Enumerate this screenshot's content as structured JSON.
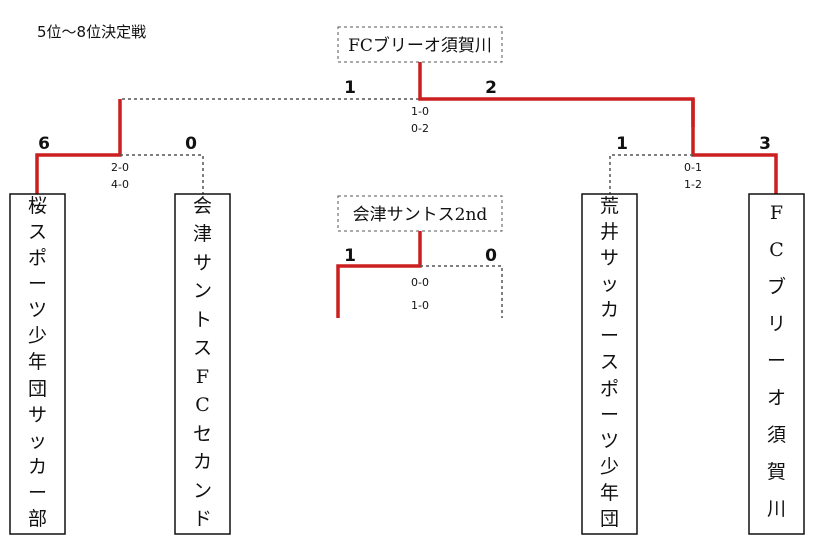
{
  "title": "5位～8位決定戦",
  "final_match": {
    "winner": "FCブリーオ須賀川",
    "left_score": "1",
    "right_score": "2",
    "halves": [
      "1-0",
      "0-2"
    ]
  },
  "left_match": {
    "left_score": "6",
    "right_score": "0",
    "halves": [
      "2-0",
      "4-0"
    ]
  },
  "right_match": {
    "left_score": "1",
    "right_score": "3",
    "halves": [
      "0-1",
      "1-2"
    ]
  },
  "third_match": {
    "winner": "会津サントス2nd",
    "left_score": "1",
    "right_score": "0",
    "halves": [
      "0-0",
      "1-0"
    ]
  },
  "teams": [
    "桜スポーツ少年団サッカー部",
    "会津サントスFCセカンド",
    "荒井サッカースポーツ少年団",
    "FCブリーオ須賀川"
  ],
  "colors": {
    "win_line": "#cc1f1f",
    "dash_line": "#555555",
    "box_border": "#111111"
  }
}
